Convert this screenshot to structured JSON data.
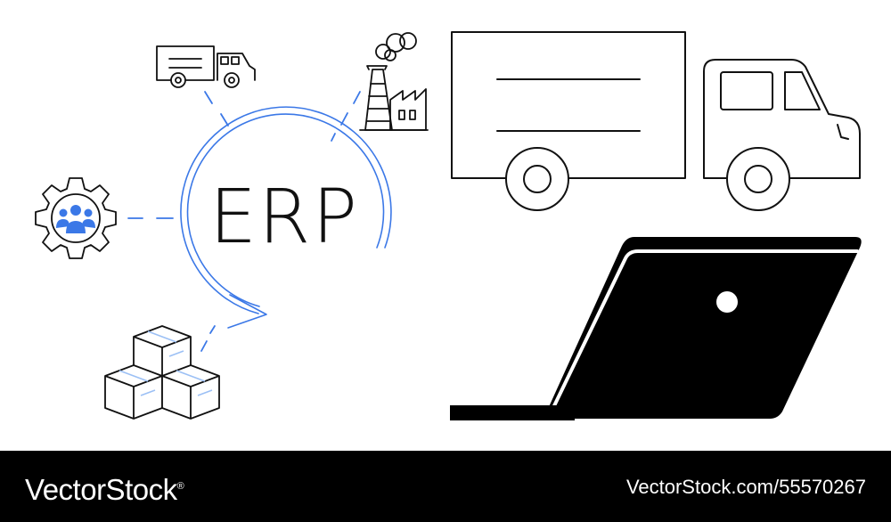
{
  "illustration": {
    "erp_label": "ERP",
    "accent_color": "#3b78e7",
    "line_color": "#111111",
    "icons": [
      "small-truck-icon",
      "factory-icon",
      "gear-team-icon",
      "boxes-icon",
      "large-truck-icon",
      "laptop-icon",
      "cycle-arrow-icon"
    ]
  },
  "footer": {
    "logo_text": "VectorStock",
    "registered_mark": "®",
    "image_id": "VectorStock.com/55570267"
  }
}
